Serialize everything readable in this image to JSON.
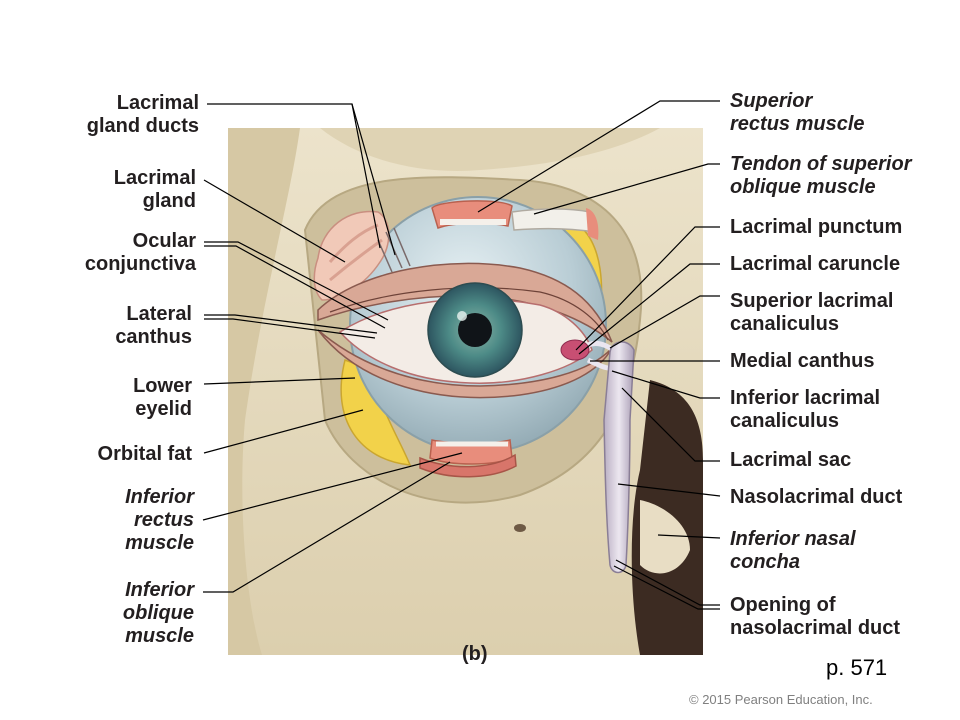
{
  "labels_left": {
    "lacrimal_gland_ducts": "Lacrimal\ngland ducts",
    "lacrimal_gland": "Lacrimal\ngland",
    "ocular_conjunctiva": "Ocular\nconjunctiva",
    "lateral_canthus": "Lateral\ncanthus",
    "lower_eyelid": "Lower\neyelid",
    "orbital_fat": "Orbital fat",
    "inferior_rectus": "Inferior\nrectus\nmuscle",
    "inferior_oblique": "Inferior\noblique\nmuscle"
  },
  "labels_right": {
    "superior_rectus": "Superior\nrectus muscle",
    "tendon_superior_oblique": "Tendon of superior\noblique muscle",
    "lacrimal_punctum": "Lacrimal punctum",
    "lacrimal_caruncle": "Lacrimal caruncle",
    "superior_lacrimal_canaliculus": "Superior lacrimal\ncanaliculus",
    "medial_canthus": "Medial canthus",
    "inferior_lacrimal_canaliculus": "Inferior lacrimal\ncanaliculus",
    "lacrimal_sac": "Lacrimal sac",
    "nasolacrimal_duct": "Nasolacrimal duct",
    "inferior_nasal_concha": "Inferior nasal\nconcha",
    "opening_nasolacrimal_duct": "Opening of\nnasolacrimal duct"
  },
  "figure_letter": "(b)",
  "page_ref": "p. 571",
  "copyright": "© 2015 Pearson Education, Inc.",
  "colors": {
    "bone": "#e6dbbf",
    "fat": "#f2d24a",
    "sclera": "#b9cdd5",
    "muscle": "#e88d7c",
    "iris": "#4d8b87",
    "leader": "#000000",
    "label_text": "#231f20"
  }
}
